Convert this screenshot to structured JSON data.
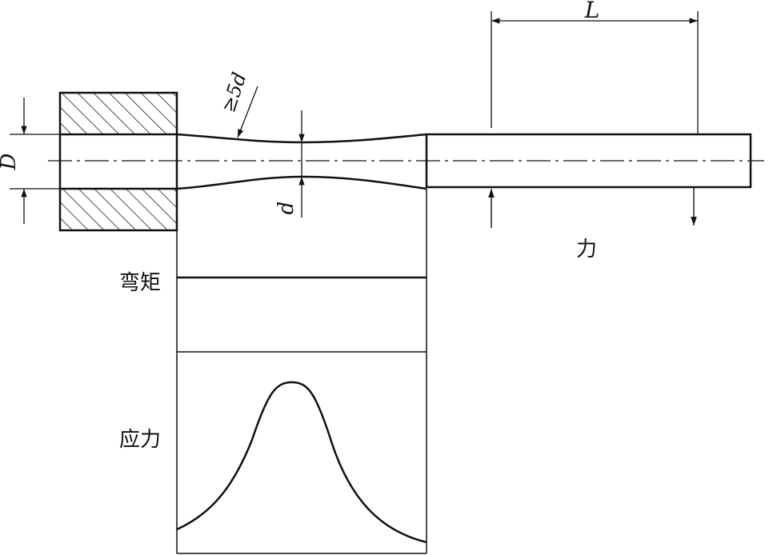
{
  "labels": {
    "D": "D",
    "d": "d",
    "L": "L",
    "radius": "≥5d",
    "force": "力",
    "bending_moment": "弯矩",
    "stress": "应力"
  },
  "colors": {
    "line": "#111111",
    "background": "#ffffff"
  }
}
